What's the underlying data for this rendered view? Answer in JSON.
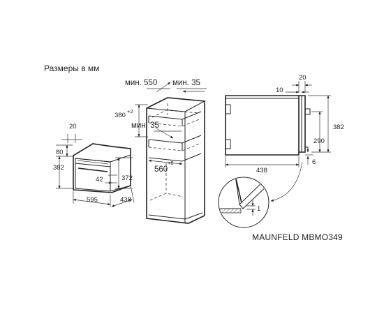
{
  "header": {
    "caption": "Размеры в мм"
  },
  "model": {
    "name": "MAUNFELD MBMO349"
  },
  "front_view": {
    "d20": "20",
    "d80": "80",
    "d382": "382",
    "d42": "42",
    "d372": "372",
    "d595": "595",
    "d438": "438"
  },
  "niche": {
    "min550": "мин. 550",
    "min35_top": "мин. 35",
    "h380": "380",
    "h380_tol": "+2",
    "min35_mid": "мин. 35",
    "w560": "560",
    "w560_tol": "+8"
  },
  "side_view": {
    "d20": "20",
    "d10": "10",
    "d382": "382",
    "d290": "290",
    "d438": "438",
    "d6": "6"
  },
  "detail": {
    "d1": "1"
  }
}
